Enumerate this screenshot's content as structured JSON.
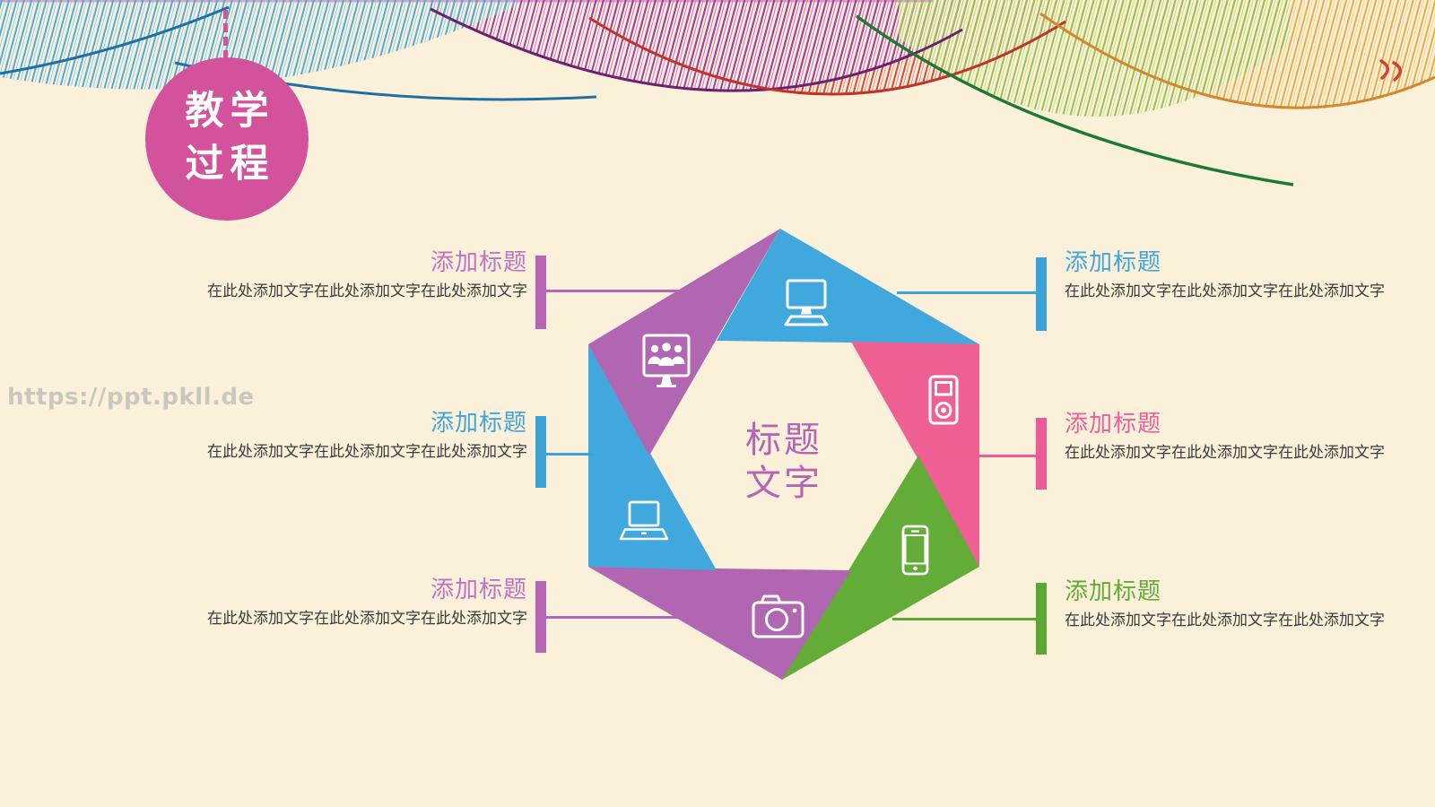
{
  "badge": {
    "line1": "教学",
    "line2": "过程",
    "bg_color": "#d2539c",
    "text_color": "#ffffff"
  },
  "watermark": "https://ppt.pkll.de",
  "diagram": {
    "center_line1": "标题",
    "center_line2": "文字",
    "center_text_color": "#b466b4",
    "blade_colors": {
      "blue": "#41a8dd",
      "purple": "#b166b1",
      "pink": "#ee6094",
      "green": "#64ac38"
    },
    "icons": [
      "desktop-computer",
      "presentation-audience",
      "portable-media-player",
      "smartphone",
      "laptop",
      "camera"
    ]
  },
  "callouts": {
    "left": [
      {
        "title": "添加标题",
        "body": "在此处添加文字在此处添加文字在此处添加文字",
        "accent": "#c172c1"
      },
      {
        "title": "添加标题",
        "body": "在此处添加文字在此处添加文字在此处添加文字",
        "accent": "#41a6db"
      },
      {
        "title": "添加标题",
        "body": "在此处添加文字在此处添加文字在此处添加文字",
        "accent": "#c172c1"
      }
    ],
    "right": [
      {
        "title": "添加标题",
        "body": "在此处添加文字在此处添加文字在此处添加文字",
        "accent": "#41a6db"
      },
      {
        "title": "添加标题",
        "body": "在此处添加文字在此处添加文字在此处添加文字",
        "accent": "#ee5f9a"
      },
      {
        "title": "添加标题",
        "body": "在此处添加文字在此处添加文字在此处添加文字",
        "accent": "#63ab35"
      }
    ]
  },
  "header_decoration": {
    "leaf_colors": [
      "#4fabda",
      "#a83ba4",
      "#d8473f",
      "#97c24b",
      "#e9ab47"
    ],
    "background_color": "#fbf1da"
  }
}
